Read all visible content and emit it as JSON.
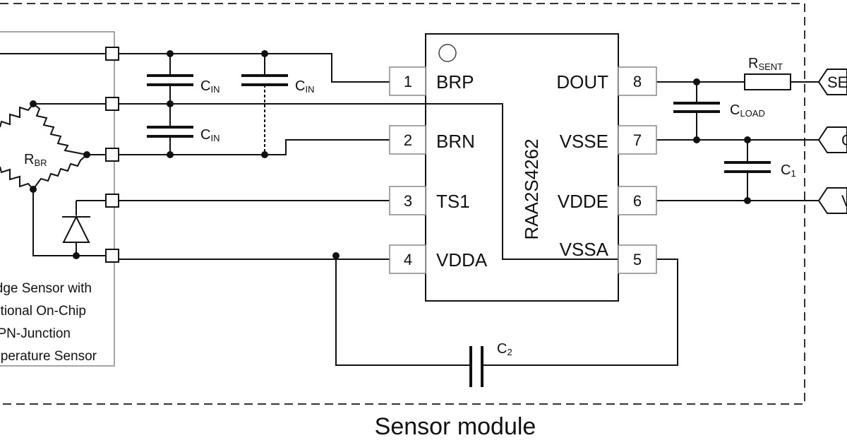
{
  "chip": {
    "name": "RAA2S4262",
    "pins": [
      {
        "num": "1",
        "name": "BRP"
      },
      {
        "num": "2",
        "name": "BRN"
      },
      {
        "num": "3",
        "name": "TS1"
      },
      {
        "num": "4",
        "name": "VDDA"
      },
      {
        "num": "5",
        "name": "VSSA"
      },
      {
        "num": "6",
        "name": "VDDE"
      },
      {
        "num": "7",
        "name": "VSSE"
      },
      {
        "num": "8",
        "name": "DOUT"
      }
    ]
  },
  "components": {
    "cin": {
      "main": "C",
      "sub": "IN"
    },
    "rbr": {
      "main": "R",
      "sub": "BR"
    },
    "rsent": {
      "main": "R",
      "sub": "SENT"
    },
    "cload": {
      "main": "C",
      "sub": "LOAD"
    },
    "c1": {
      "main": "C",
      "sub": "1"
    },
    "c2": {
      "main": "C",
      "sub": "2"
    }
  },
  "bridge_label": [
    "dge Sensor with",
    "tional On-Chip",
    "PN-Junction",
    "perature Sensor"
  ],
  "connectors": {
    "sent": "SE",
    "gnd": "G",
    "vdd": "V"
  },
  "module_title": "Sensor module",
  "colors": {
    "line": "#111111",
    "box": "#888888"
  }
}
